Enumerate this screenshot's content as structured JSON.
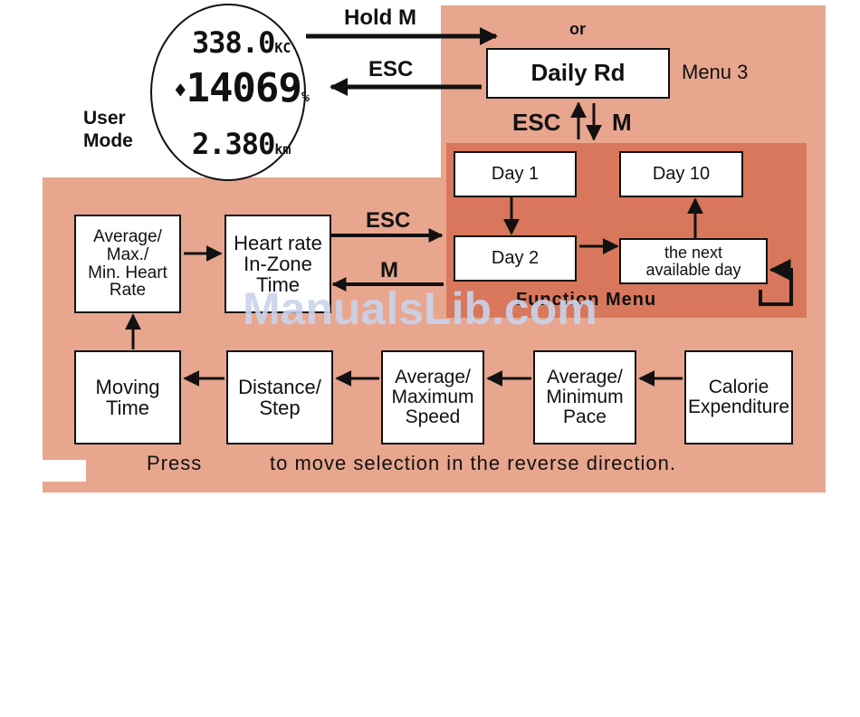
{
  "watch": {
    "line1": "338.0",
    "line1_unit": "KC",
    "line2_prefix": "♦",
    "line2": "14069",
    "line2_unit": "%",
    "line3": "2.380",
    "line3_unit": "km",
    "label": "User\nMode"
  },
  "transitions": {
    "hold_m": "Hold M",
    "esc_top": "ESC",
    "or": "or",
    "esc_vertical": "ESC",
    "m_vertical": "M",
    "esc_mid": "ESC",
    "m_mid": "M"
  },
  "menu": {
    "daily_rd": "Daily Rd",
    "menu3": "Menu 3"
  },
  "function_menu": {
    "title": "Function Menu",
    "day1": "Day 1",
    "day2": "Day 2",
    "day10": "Day 10",
    "next_day": "the next\navailable day"
  },
  "user_mode_items": {
    "heart_rate": "Average/\nMax./\nMin. Heart\nRate",
    "in_zone": "Heart rate\nIn-Zone\nTime",
    "moving_time": "Moving\nTime",
    "distance_step": "Distance/\nStep",
    "avg_max_speed": "Average/\nMaximum\nSpeed",
    "avg_min_pace": "Average/\nMinimum\nPace",
    "calorie": "Calorie\nExpenditure"
  },
  "footer": {
    "press": "Press",
    "instruction": "to move selection in the reverse direction."
  },
  "watermark": "ManualsLib.com",
  "colors": {
    "panel": "#e8a68f",
    "function_panel": "#d8775b",
    "box_fill": "#ffffff",
    "stroke": "#111111"
  }
}
